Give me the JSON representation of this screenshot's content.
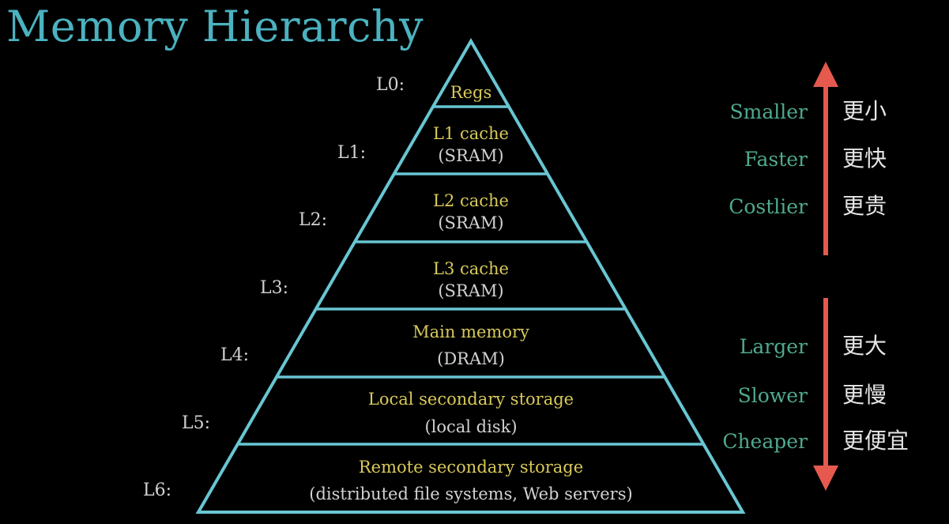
{
  "title": "Memory Hierarchy",
  "colors": {
    "background": "#000000",
    "title": "#4bb2c0",
    "pyramid_outline": "#68c6d3",
    "level_name": "#d8c95a",
    "level_sub": "#d2d2d2",
    "level_label": "#d2d2d2",
    "property_english": "#4fa98e",
    "property_chinese": "#e6e6e6",
    "arrow": "#e5594e"
  },
  "levels": [
    {
      "label": "L0:",
      "name": "Regs",
      "sub": ""
    },
    {
      "label": "L1:",
      "name": "L1 cache",
      "sub": "(SRAM)"
    },
    {
      "label": "L2:",
      "name": "L2 cache",
      "sub": "(SRAM)"
    },
    {
      "label": "L3:",
      "name": "L3 cache",
      "sub": "(SRAM)"
    },
    {
      "label": "L4:",
      "name": "Main memory",
      "sub": "(DRAM)"
    },
    {
      "label": "L5:",
      "name": "Local secondary storage",
      "sub": "(local disk)"
    },
    {
      "label": "L6:",
      "name": "Remote secondary storage",
      "sub": "(distributed file systems, Web servers)"
    }
  ],
  "top_properties": [
    {
      "en": "Smaller",
      "zh": "更小"
    },
    {
      "en": "Faster",
      "zh": "更快"
    },
    {
      "en": "Costlier",
      "zh": "更贵"
    }
  ],
  "bottom_properties": [
    {
      "en": "Larger",
      "zh": "更大"
    },
    {
      "en": "Slower",
      "zh": "更慢"
    },
    {
      "en": "Cheaper",
      "zh": "更便宜"
    }
  ],
  "icons": {
    "up_arrow": "arrow-up-icon",
    "down_arrow": "arrow-down-icon"
  }
}
